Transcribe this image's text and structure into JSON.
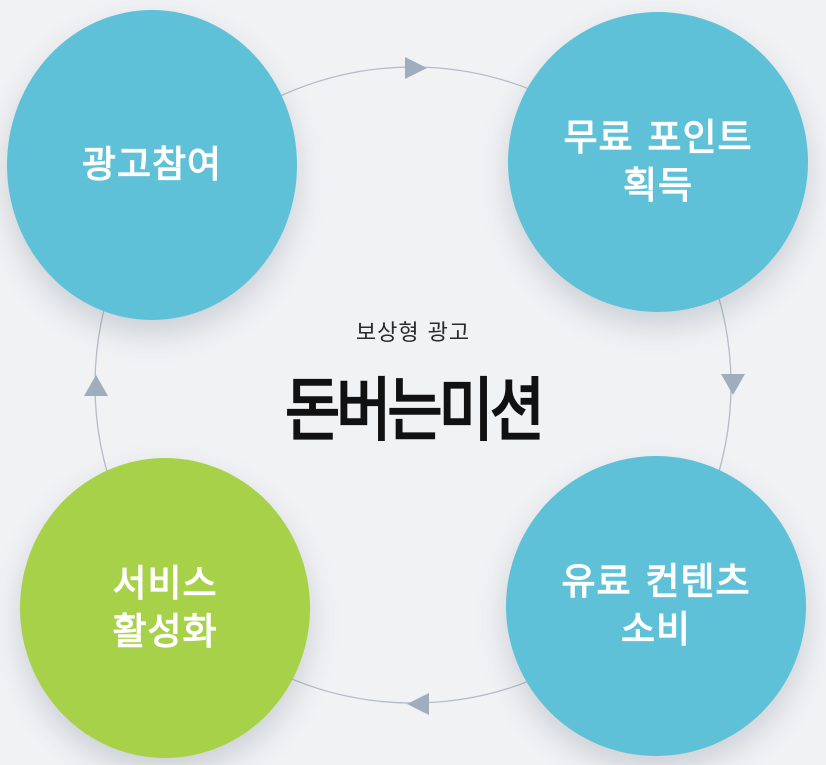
{
  "colors": {
    "background": "#f1f2f4",
    "blue": "#5ec1d8",
    "green": "#a8d14a",
    "cycle_line": "#b3bcc7",
    "arrow": "#9fadbd",
    "title": "#111111"
  },
  "center": {
    "subtitle": "보상형 광고",
    "title": "돈버는미션"
  },
  "nodes": [
    {
      "label": "광고참여",
      "color": "blue",
      "icon": "none"
    },
    {
      "label": "무료 포인트\n획득",
      "color": "blue",
      "icon": "none"
    },
    {
      "label": "유료 컨텐츠\n소비",
      "color": "blue",
      "icon": "none"
    },
    {
      "label": "서비스\n활성화",
      "color": "green",
      "icon": "none"
    }
  ],
  "cycle": {
    "direction": "clockwise",
    "arrows": [
      "right-arrow-icon",
      "down-arrow-icon",
      "left-arrow-icon",
      "up-arrow-icon"
    ]
  }
}
